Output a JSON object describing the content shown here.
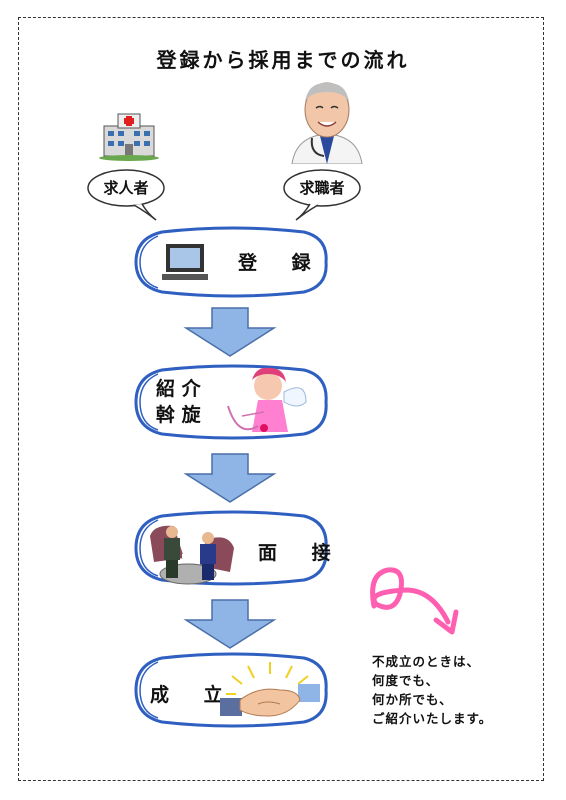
{
  "title": "登録から採用までの流れ",
  "participants": {
    "employer": "求人者",
    "job_seeker": "求職者"
  },
  "steps": [
    {
      "label": "登 録",
      "icon": "computer-icon"
    },
    {
      "label_line1": "紹 介",
      "label_line2": "斡 旋",
      "icon": "cupid-icon"
    },
    {
      "label": "面 接",
      "icon": "interview-icon"
    },
    {
      "label": "成 立",
      "icon": "handshake-icon"
    }
  ],
  "note": {
    "line1": "不成立のときは、",
    "line2": "何度でも、",
    "line3": "何か所でも、",
    "line4": "ご紹介いたします。"
  },
  "colors": {
    "step_border": "#2f5fc0",
    "arrow_fill": "#8fb4e6",
    "arrow_stroke": "#4a6fa8",
    "loop_arrow": "#ff5fb0"
  }
}
